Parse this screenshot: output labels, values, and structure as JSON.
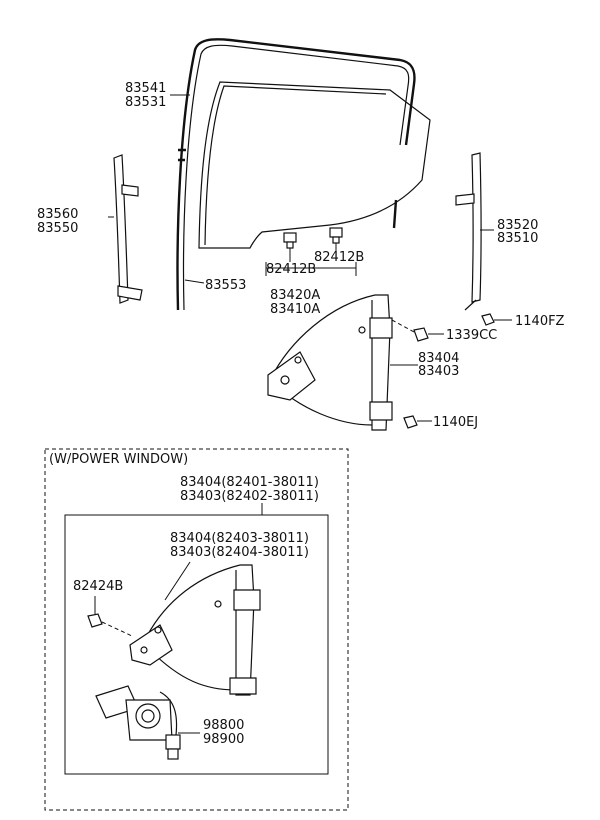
{
  "labels": {
    "p83541": "83541",
    "p83531": "83531",
    "p83560": "83560",
    "p83550": "83550",
    "p83520": "83520",
    "p83510": "83510",
    "p83553": "83553",
    "p82412b_left": "82412B",
    "p82412b_right": "82412B",
    "p83420a": "83420A",
    "p83410a": "83410A",
    "p1140fz": "1140FZ",
    "p1339cc": "1339CC",
    "p83404": "83404",
    "p83403": "83403",
    "p1140ej": "1140EJ"
  },
  "power_window": {
    "title": "(W/POWER WINDOW)",
    "outer_1": "83404(82401-38011)",
    "outer_2": "83403(82402-38011)",
    "inner_1": "83404(82403-38011)",
    "inner_2": "83403(82404-38011)",
    "p82424b": "82424B",
    "p98800": "98800",
    "p98900": "98900"
  }
}
